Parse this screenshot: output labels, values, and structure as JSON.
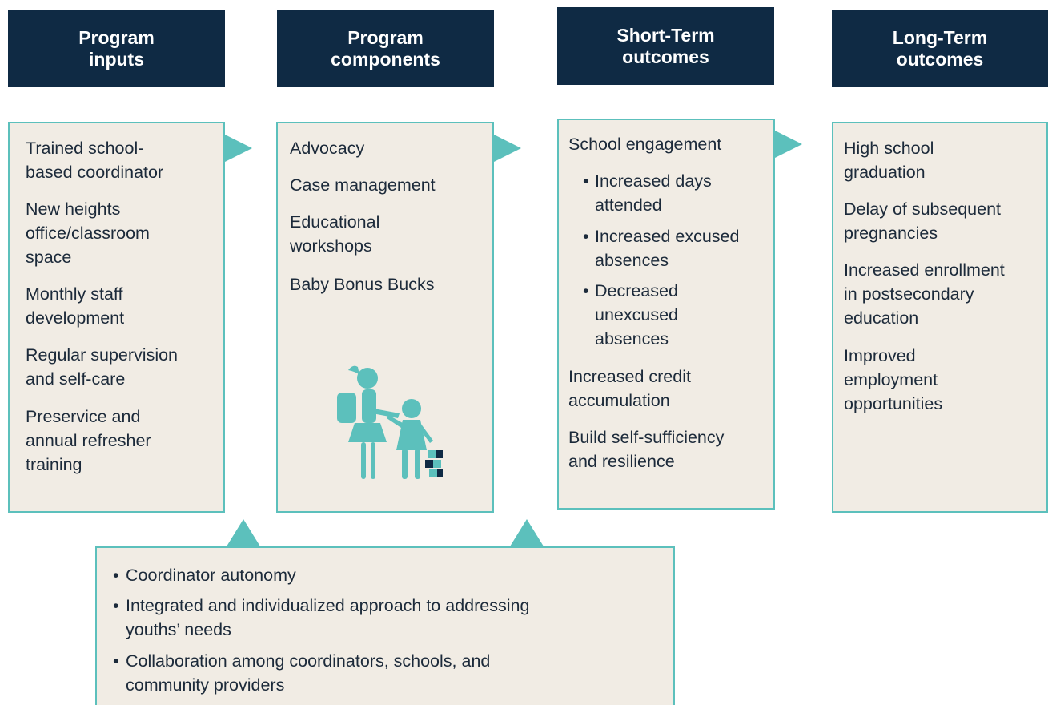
{
  "headers": {
    "inputs": [
      "Program",
      "inputs"
    ],
    "components": [
      "Program",
      "components"
    ],
    "short_term": [
      "Short-Term",
      "outcomes"
    ],
    "long_term": [
      "Long-Term",
      "outcomes"
    ]
  },
  "inputs": [
    [
      "Trained school-",
      "based coordinator"
    ],
    [
      "New heights",
      "office/classroom",
      "space"
    ],
    [
      "Monthly staff",
      "development"
    ],
    [
      "Regular supervision",
      "and self-care"
    ],
    [
      "Preservice and",
      "annual refresher",
      "training"
    ]
  ],
  "components": [
    [
      "Advocacy"
    ],
    [
      "Case management"
    ],
    [
      "Educational",
      "workshops"
    ],
    [
      "Baby Bonus Bucks"
    ]
  ],
  "short_term": {
    "heading": "School engagement",
    "bullets": [
      [
        "Increased days",
        "attended"
      ],
      [
        "Increased excused",
        "absences"
      ],
      [
        "Decreased",
        "unexcused",
        "absences"
      ]
    ],
    "items": [
      [
        "Increased credit",
        "accumulation"
      ],
      [
        "Build self-sufficiency",
        "and resilience"
      ]
    ]
  },
  "long_term": [
    [
      "High school",
      "graduation"
    ],
    [
      "Delay of subsequent",
      "pregnancies"
    ],
    [
      "Increased enrollment",
      "in postsecondary",
      "education"
    ],
    [
      "Improved",
      "employment",
      "opportunities"
    ]
  ],
  "factors": [
    [
      "Coordinator autonomy"
    ],
    [
      "Integrated and individualized approach to addressing",
      "youths’ needs"
    ],
    [
      "Collaboration among coordinators, schools, and",
      "community providers"
    ]
  ],
  "colors": {
    "header_bg": "#0f2a44",
    "box_bg": "#f1ece4",
    "accent": "#5cc0bc"
  },
  "icons": {
    "illustration": "adult-child-blocks-icon"
  }
}
